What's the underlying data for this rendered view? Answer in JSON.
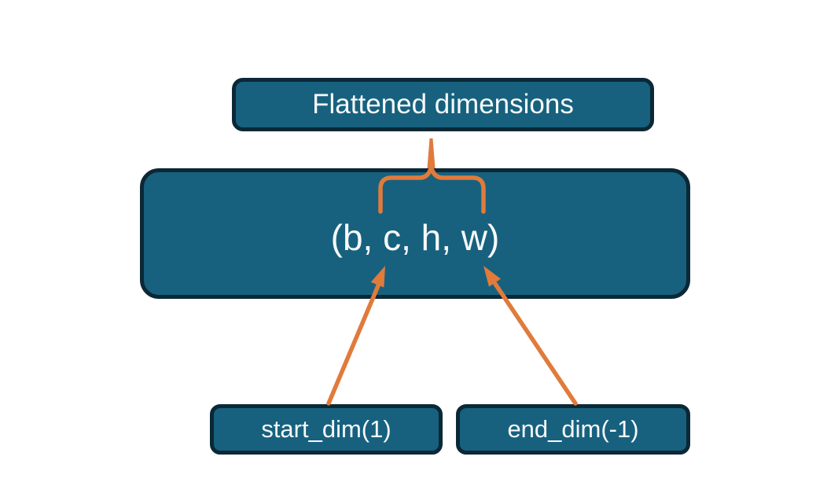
{
  "colors": {
    "background": "#FFFFFF",
    "node_fill": "#17617F",
    "node_border": "#0B2836",
    "node_text": "#F7F9F9",
    "annotation_orange": "#E07B3C"
  },
  "nodes": {
    "flattened": {
      "label": "Flattened dimensions"
    },
    "tensor": {
      "label": "(b, c, h, w)"
    },
    "start_dim": {
      "label": "start_dim(1)"
    },
    "end_dim": {
      "label": "end_dim(-1)"
    }
  },
  "annotations": {
    "brace_icon": "curly-brace-opening-down-over-c-h-w",
    "stem_icon": "connector-stem-from-flattened-box",
    "left_arrow_icon": "arrow-from-start-dim-to-c",
    "right_arrow_icon": "arrow-from-end-dim-to-w"
  }
}
